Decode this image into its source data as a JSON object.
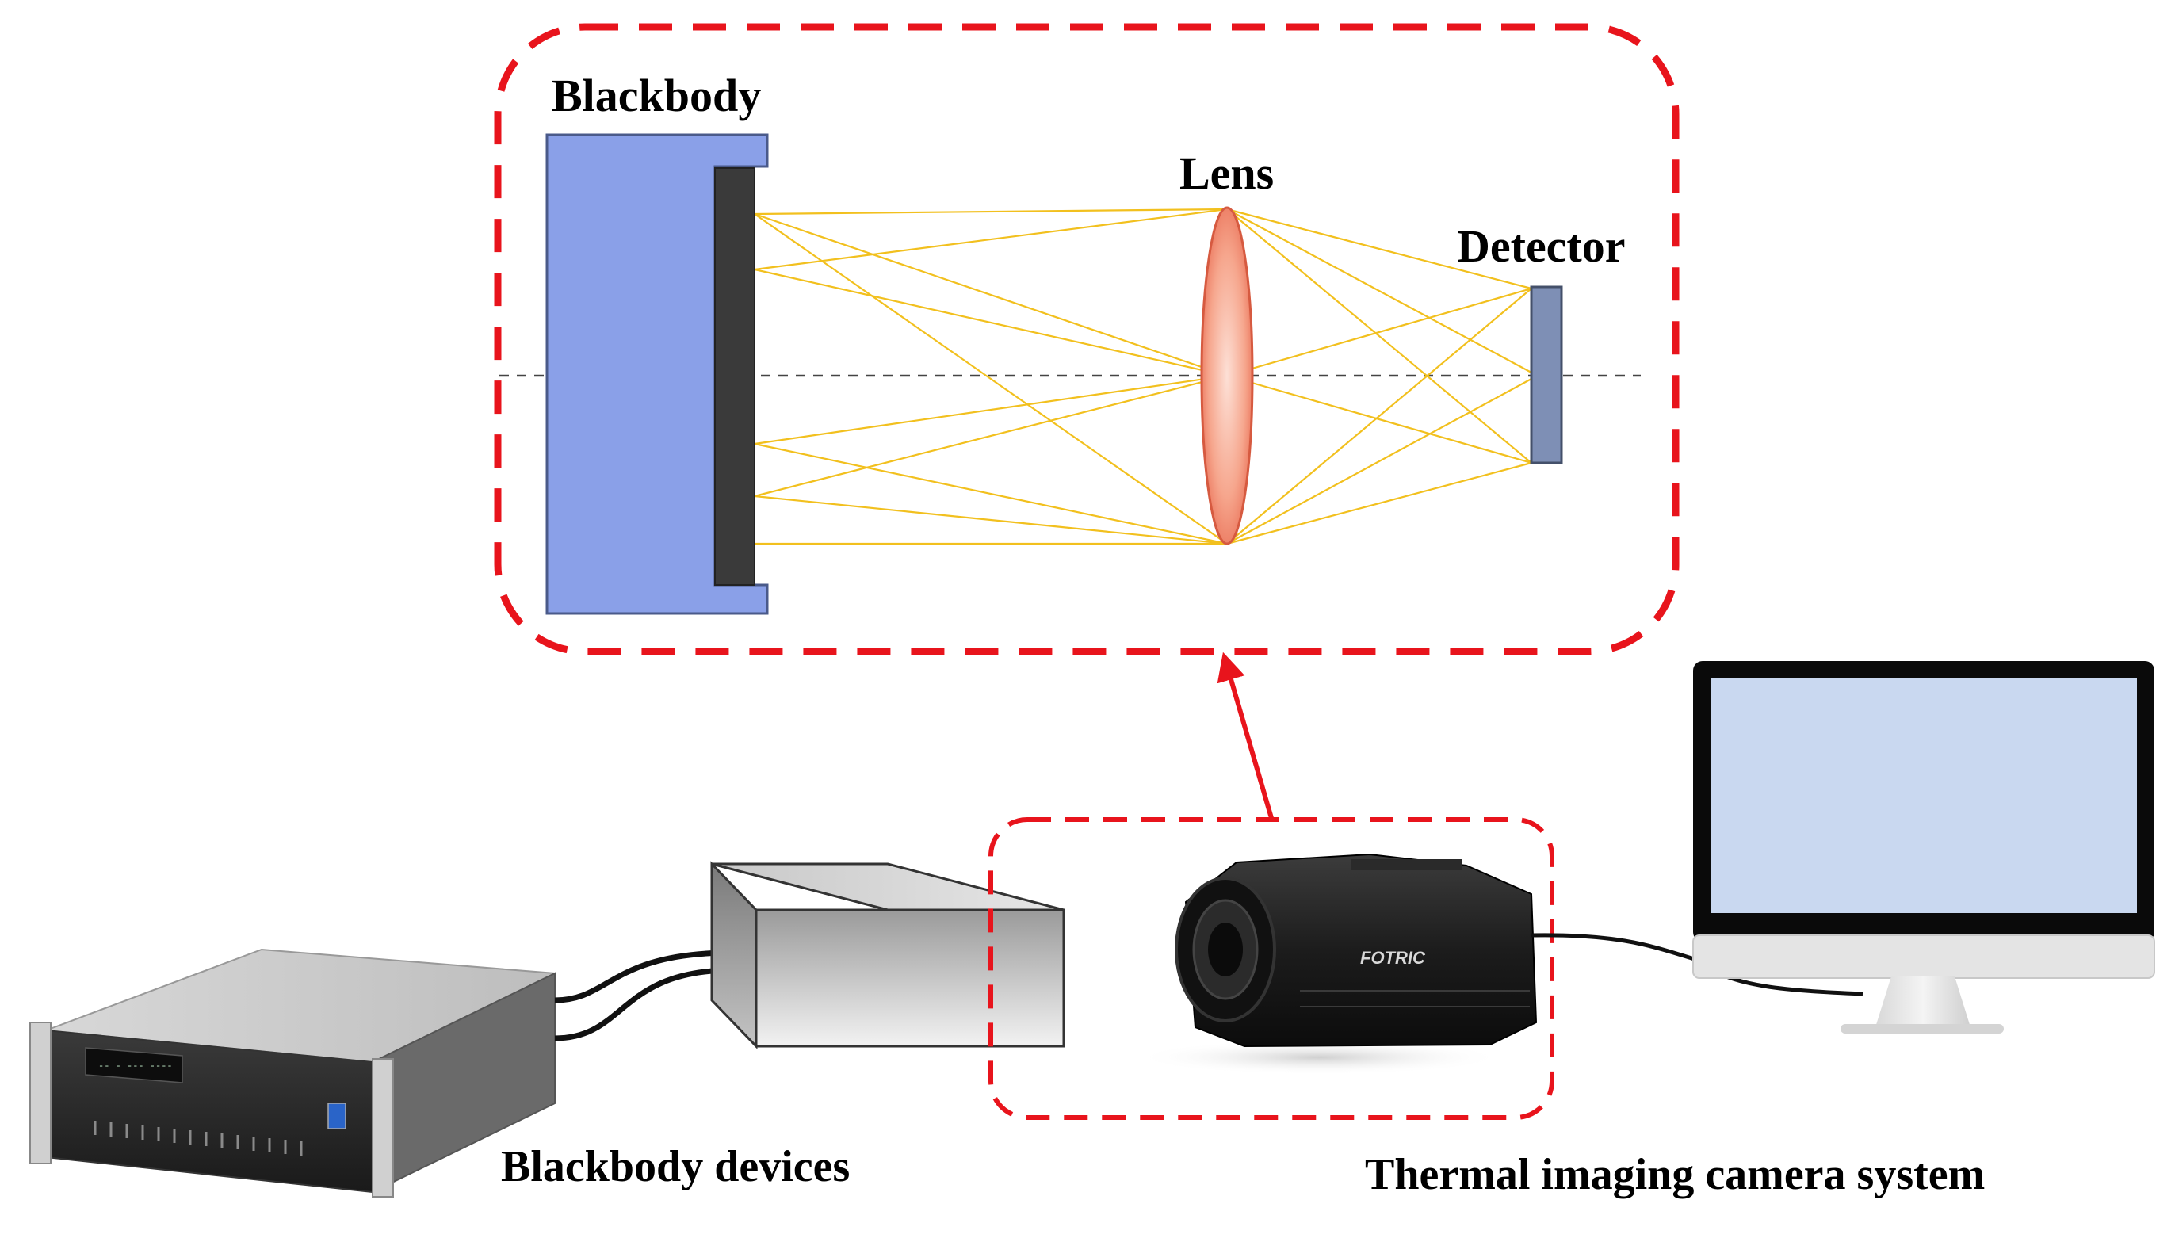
{
  "labels": {
    "blackbody": "Blackbody",
    "lens": "Lens",
    "detector": "Detector",
    "blackbody_devices": "Blackbody devices",
    "camera_system": "Thermal imaging camera system"
  },
  "camera": {
    "brand": "FOTRIC"
  },
  "colors": {
    "callout_dash": "#e8141c",
    "blackbody_body": "#8aa0e8",
    "emitter": "#3a3a3a",
    "lens": "#f4a08a",
    "detector": "#7e8fb5",
    "rays": "#f2c01e",
    "monitor_screen": "#c9d8f0"
  }
}
